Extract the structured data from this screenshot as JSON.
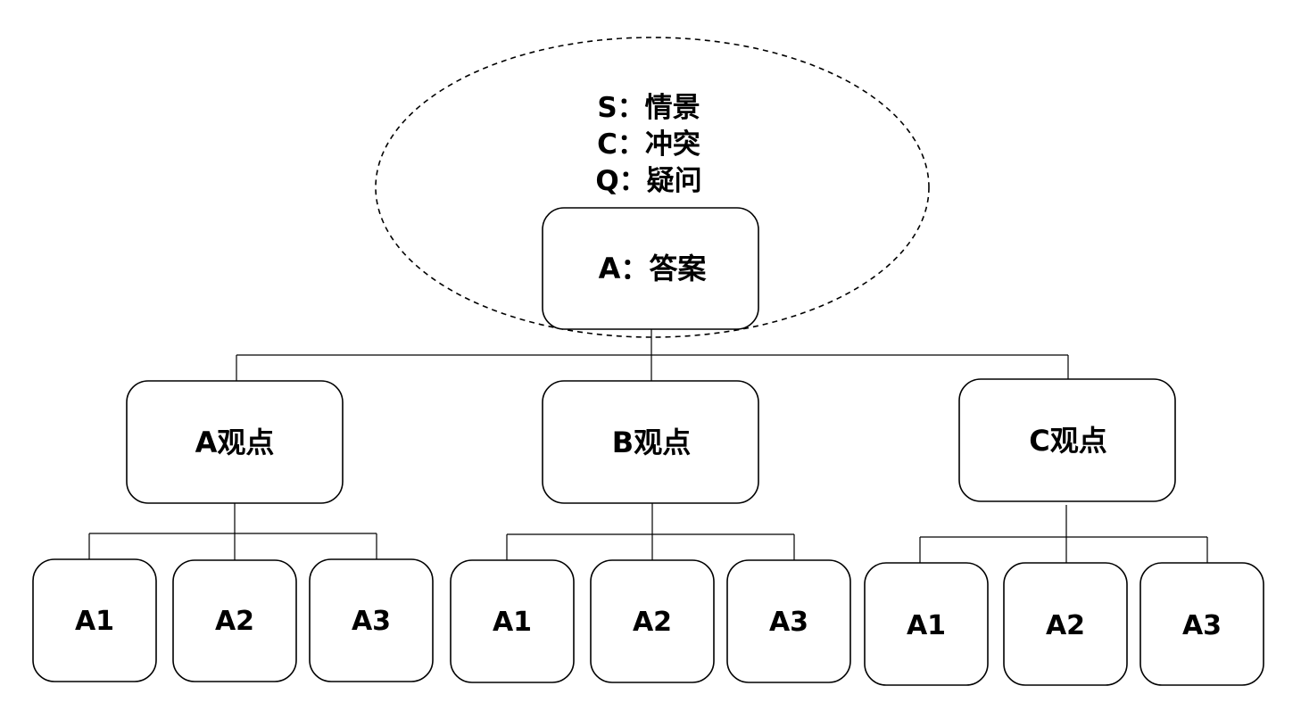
{
  "scq": {
    "line1": "S：情景",
    "line2": "C：冲突",
    "line3": "Q：疑问"
  },
  "root": {
    "label": "A：答案"
  },
  "viewpoints": [
    {
      "label": "A观点",
      "children": [
        "A1",
        "A2",
        "A3"
      ]
    },
    {
      "label": "B观点",
      "children": [
        "A1",
        "A2",
        "A3"
      ]
    },
    {
      "label": "C观点",
      "children": [
        "A1",
        "A2",
        "A3"
      ]
    }
  ],
  "colors": {
    "stroke": "#000000",
    "background": "#ffffff"
  }
}
